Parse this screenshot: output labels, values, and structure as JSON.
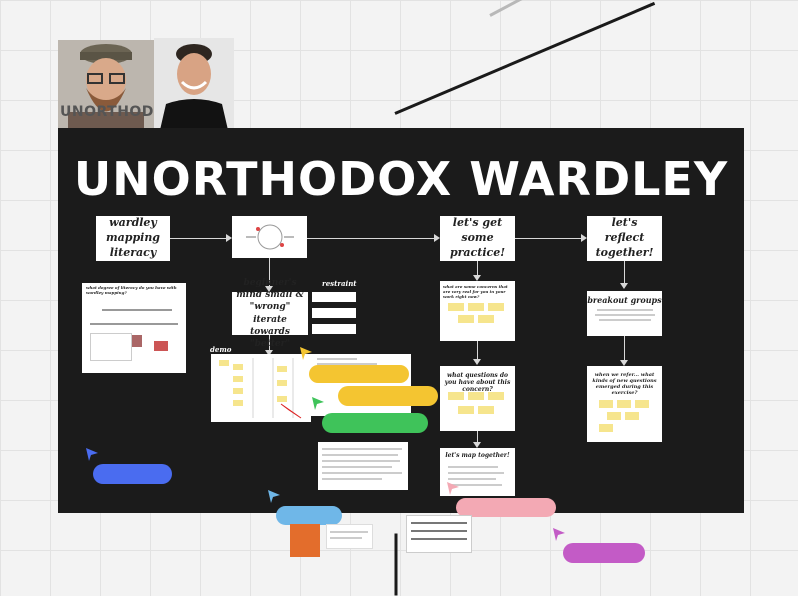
{
  "board": {
    "title": "UNORTHODOX WARDLEY",
    "brand_text": "UNORTHODOX"
  },
  "steps": {
    "literacy": "wardley mapping literacy",
    "reflect": "let's reflect together!",
    "practice": "let's get some practice!",
    "beginners_mind": "beginner's mind small & \"wrong\" iterate towards \"better\"",
    "breakout": "breakout groups",
    "refers": "when we refer... what kinds of new questions emerged during this exercise?",
    "concern": "what are some concerns that are very real for you in your work right now?",
    "questions": "what questions do you have about this concern?",
    "map_together": "let's map together!"
  },
  "labels": {
    "restraint": "restraint",
    "demo": "demo",
    "literacy_question": "what degree of literacy do you have with wardley mapping?"
  },
  "colors": {
    "board": "#1b1b1b",
    "pill_yellow": "#f4c531",
    "pill_green": "#3fc35a",
    "pill_blue": "#4a6cf0",
    "pill_lightblue": "#6fb7e8",
    "pill_pink": "#f3a9b4",
    "pill_magenta": "#c35bc6",
    "sticky": "#f6e58d"
  }
}
